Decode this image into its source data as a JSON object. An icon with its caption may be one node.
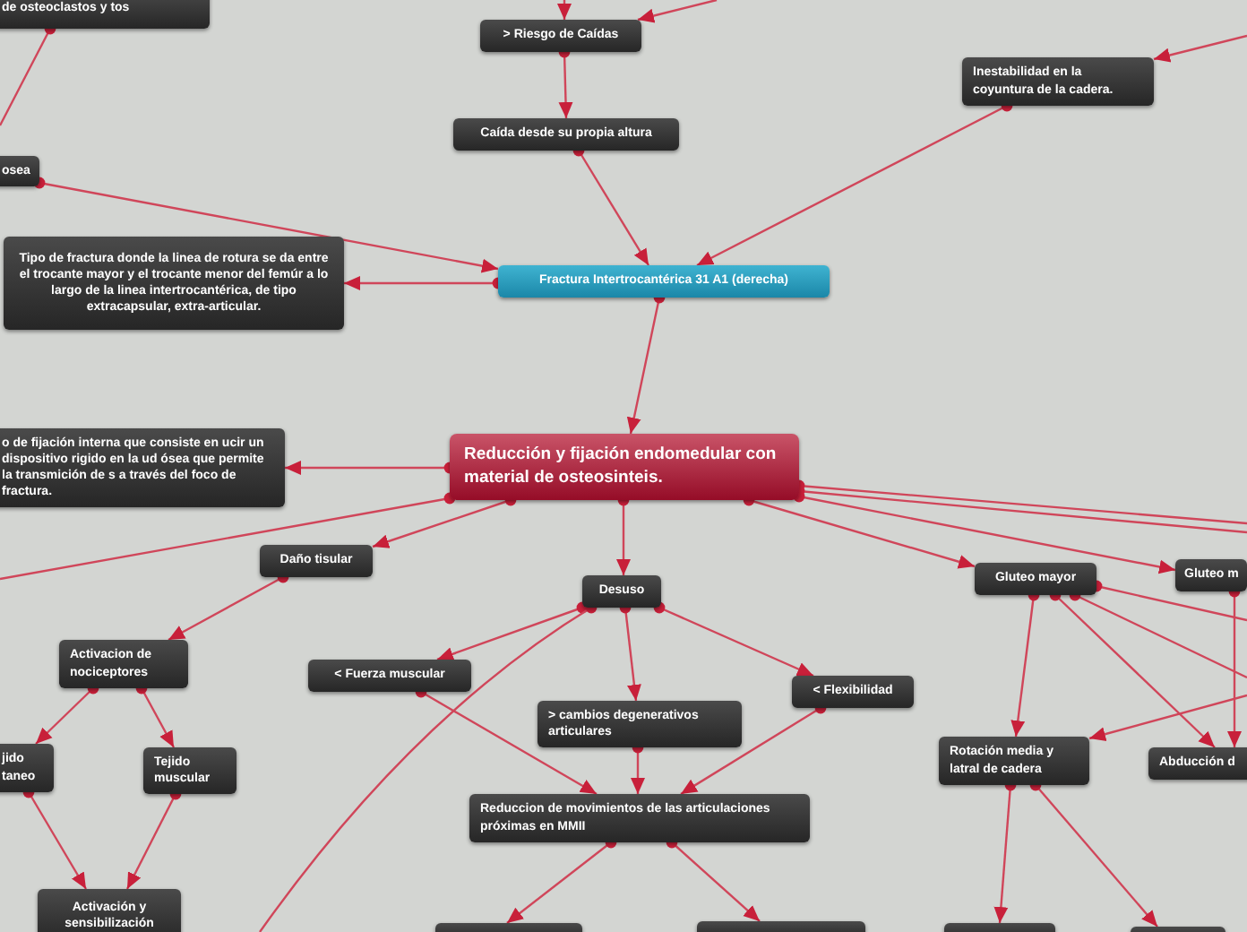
{
  "diagram": {
    "nodes": [
      {
        "text": [
          "de osteoclastos y tos"
        ]
      },
      {
        "text": [
          "> Riesgo de Caídas"
        ]
      },
      {
        "text": [
          "Caída desde su propia altura"
        ]
      },
      {
        "text": [
          "osea"
        ]
      },
      {
        "text": [
          "Inestabilidad en la coyuntura de la cadera."
        ]
      },
      {
        "text": [
          "Tipo de fractura donde la linea de rotura se da entre el trocante mayor y el trocante menor del femúr a lo largo de la linea intertrocantérica, de tipo extracapsular, extra-articular."
        ]
      },
      {
        "text": [
          "Fractura Intertrocantérica 31 A1 (derecha)"
        ]
      },
      {
        "text": [
          "Reducción y fijación endomedular con material de osteosinteis."
        ]
      },
      {
        "text": [
          "o de fijación interna que consiste en ucir un dispositivo rigido en la ud ósea que permite la transmición de s a través del foco de fractura."
        ]
      },
      {
        "text": [
          "Daño tisular"
        ]
      },
      {
        "text": [
          "Desuso"
        ]
      },
      {
        "text": [
          "Gluteo mayor"
        ]
      },
      {
        "text": [
          "Gluteo m"
        ]
      },
      {
        "text": [
          "Activacion de nociceptores"
        ]
      },
      {
        "text": [
          "jido taneo"
        ]
      },
      {
        "text": [
          "Tejido muscular"
        ]
      },
      {
        "text": [
          "<  Fuerza muscular"
        ]
      },
      {
        "text": [
          "> cambios degenerativos articulares"
        ]
      },
      {
        "text": [
          "< Flexibilidad"
        ]
      },
      {
        "text": [
          "Rotación media y latral de cadera"
        ]
      },
      {
        "text": [
          "Abducción d"
        ]
      },
      {
        "text": [
          "Reduccion de movimientos de las articulaciones próximas en MMII"
        ]
      },
      {
        "text": [
          "Activación y sensibilización"
        ]
      },
      {
        "text": [],
        "shape": "box"
      },
      {
        "text": [],
        "shape": "box"
      },
      {
        "text": [],
        "shape": "box"
      },
      {
        "text": [],
        "shape": "box"
      }
    ],
    "edges": [
      {
        "from": null,
        "to": 1,
        "arrow": "to"
      },
      {
        "from": null,
        "to": 1,
        "arrow": "to"
      },
      {
        "from": 1,
        "to": 2,
        "arrow": "to"
      },
      {
        "from": 2,
        "to": 6,
        "arrow": "to"
      },
      {
        "from": null,
        "to": 4,
        "arrow": "to"
      },
      {
        "from": 4,
        "to": 6,
        "arrow": "to"
      },
      {
        "from": 3,
        "to": 6,
        "arrow": "to"
      },
      {
        "from": 6,
        "to": 5,
        "arrow": "to"
      },
      {
        "from": 6,
        "to": 7,
        "arrow": "to"
      },
      {
        "from": 0,
        "to": null,
        "arrow": "other"
      },
      {
        "from": 7,
        "to": 8,
        "arrow": "to"
      },
      {
        "from": 7,
        "to": null,
        "arrow": "other"
      },
      {
        "from": 7,
        "to": 9,
        "arrow": "to"
      },
      {
        "from": 7,
        "to": 10,
        "arrow": "to"
      },
      {
        "from": 7,
        "to": 11,
        "arrow": "to"
      },
      {
        "from": 7,
        "to": 12,
        "arrow": "to"
      },
      {
        "from": 7,
        "to": null,
        "arrow": "other"
      },
      {
        "from": 7,
        "to": null,
        "arrow": "other"
      },
      {
        "from": 9,
        "to": 13,
        "arrow": "to"
      },
      {
        "from": 13,
        "to": 14,
        "arrow": "to"
      },
      {
        "from": 13,
        "to": 15,
        "arrow": "to"
      },
      {
        "from": 14,
        "to": 22,
        "arrow": "to"
      },
      {
        "from": 15,
        "to": 22,
        "arrow": "to"
      },
      {
        "from": 10,
        "to": 16,
        "arrow": "to"
      },
      {
        "from": 10,
        "to": 17,
        "arrow": "to"
      },
      {
        "from": 10,
        "to": 18,
        "arrow": "to"
      },
      {
        "from": 10,
        "to": null,
        "arrow": "other"
      },
      {
        "from": 16,
        "to": 21,
        "arrow": "to"
      },
      {
        "from": 17,
        "to": 21,
        "arrow": "to"
      },
      {
        "from": 18,
        "to": 21,
        "arrow": "to"
      },
      {
        "from": 21,
        "to": 23,
        "arrow": "to"
      },
      {
        "from": 21,
        "to": 24,
        "arrow": "to"
      },
      {
        "from": 11,
        "to": 19,
        "arrow": "to"
      },
      {
        "from": 11,
        "to": 20,
        "arrow": "to"
      },
      {
        "from": 11,
        "to": null,
        "arrow": "other"
      },
      {
        "from": 11,
        "to": null,
        "arrow": "other"
      },
      {
        "from": 12,
        "to": 20,
        "arrow": "to"
      },
      {
        "from": null,
        "to": 19,
        "arrow": "to"
      },
      {
        "from": 19,
        "to": 25,
        "arrow": "to"
      },
      {
        "from": 19,
        "to": 26,
        "arrow": "to"
      }
    ]
  }
}
